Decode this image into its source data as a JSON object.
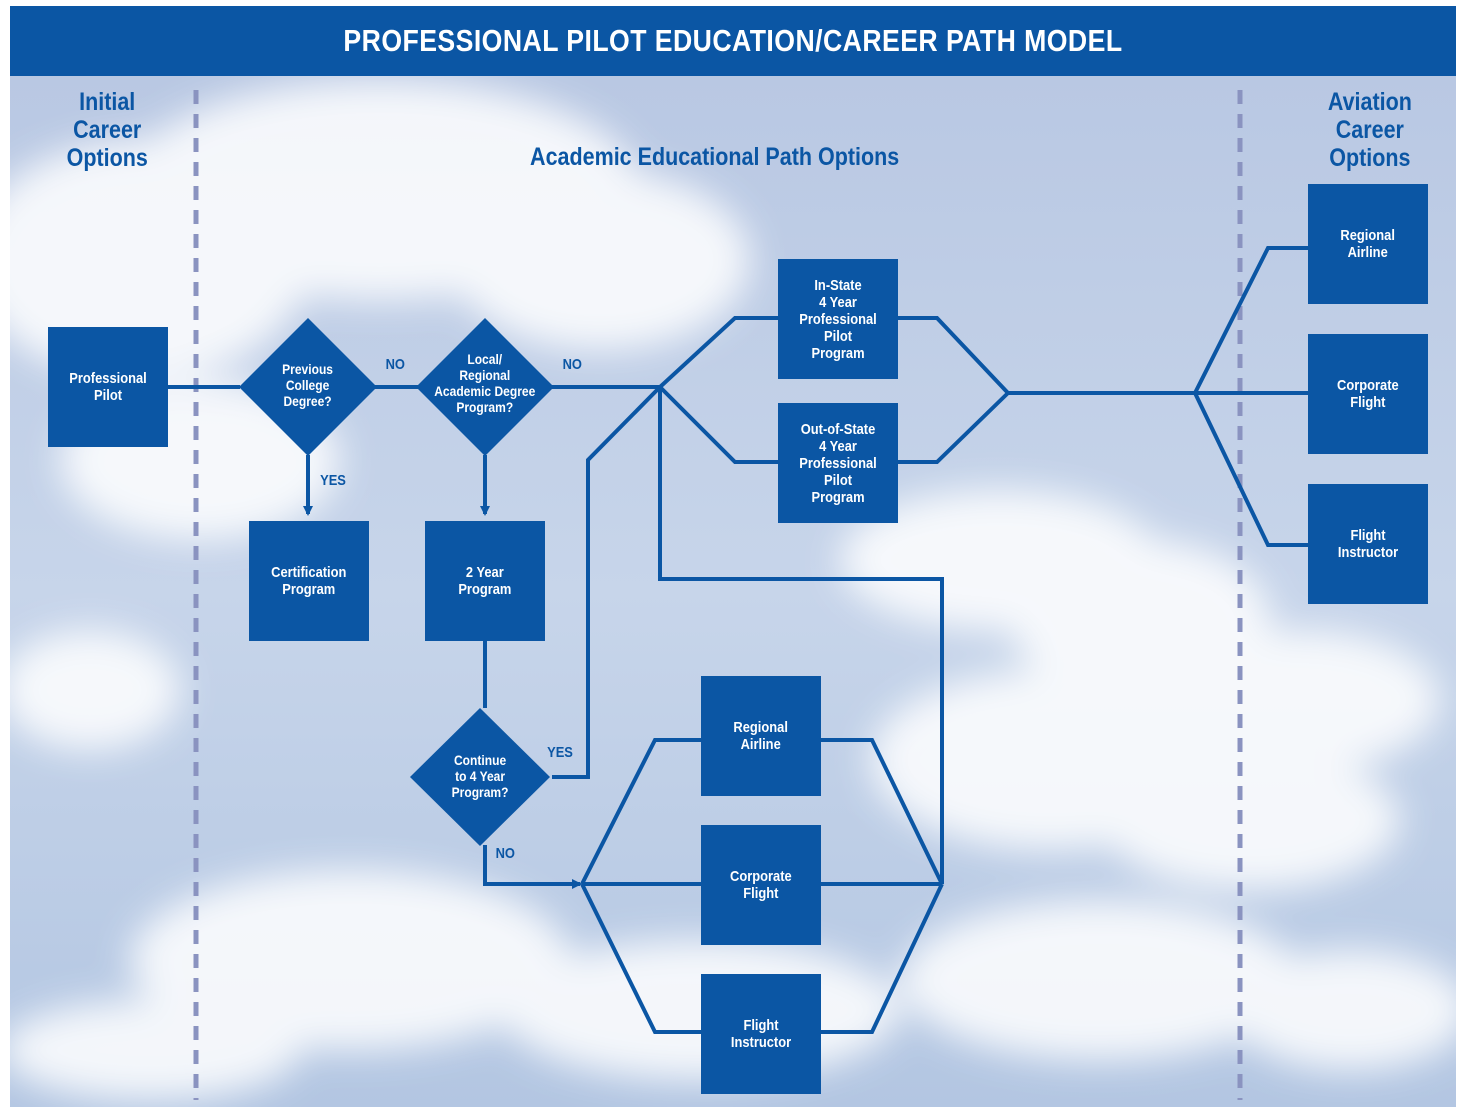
{
  "title": "PROFESSIONAL PILOT EDUCATION/CAREER PATH MODEL",
  "columns": {
    "initial": "Initial\nCareer\nOptions",
    "academic": "Academic Educational Path Options",
    "aviation": "Aviation\nCareer\nOptions"
  },
  "nodes": {
    "professional_pilot": "Professional\nPilot",
    "previous_degree": "Previous\nCollege\nDegree?",
    "local_regional": "Local/\nRegional\nAcademic Degree\nProgram?",
    "certification": "Certification\nProgram",
    "two_year": "2 Year\nProgram",
    "continue_4yr": "Continue\nto 4 Year\nProgram?",
    "in_state": "In-State\n4 Year\nProfessional\nPilot\nProgram",
    "out_state": "Out-of-State\n4 Year\nProfessional\nPilot\nProgram",
    "mid_regional": "Regional\nAirline",
    "mid_corporate": "Corporate\nFlight",
    "mid_instructor": "Flight\nInstructor",
    "right_regional": "Regional\nAirline",
    "right_corporate": "Corporate\nFlight",
    "right_instructor": "Flight\nInstructor"
  },
  "edge_labels": {
    "no_1": "NO",
    "no_2": "NO",
    "yes_1": "YES",
    "yes_2": "YES",
    "no_3": "NO"
  },
  "colors": {
    "brand_blue": "#0b56a4",
    "divider": "#8a93c0"
  }
}
